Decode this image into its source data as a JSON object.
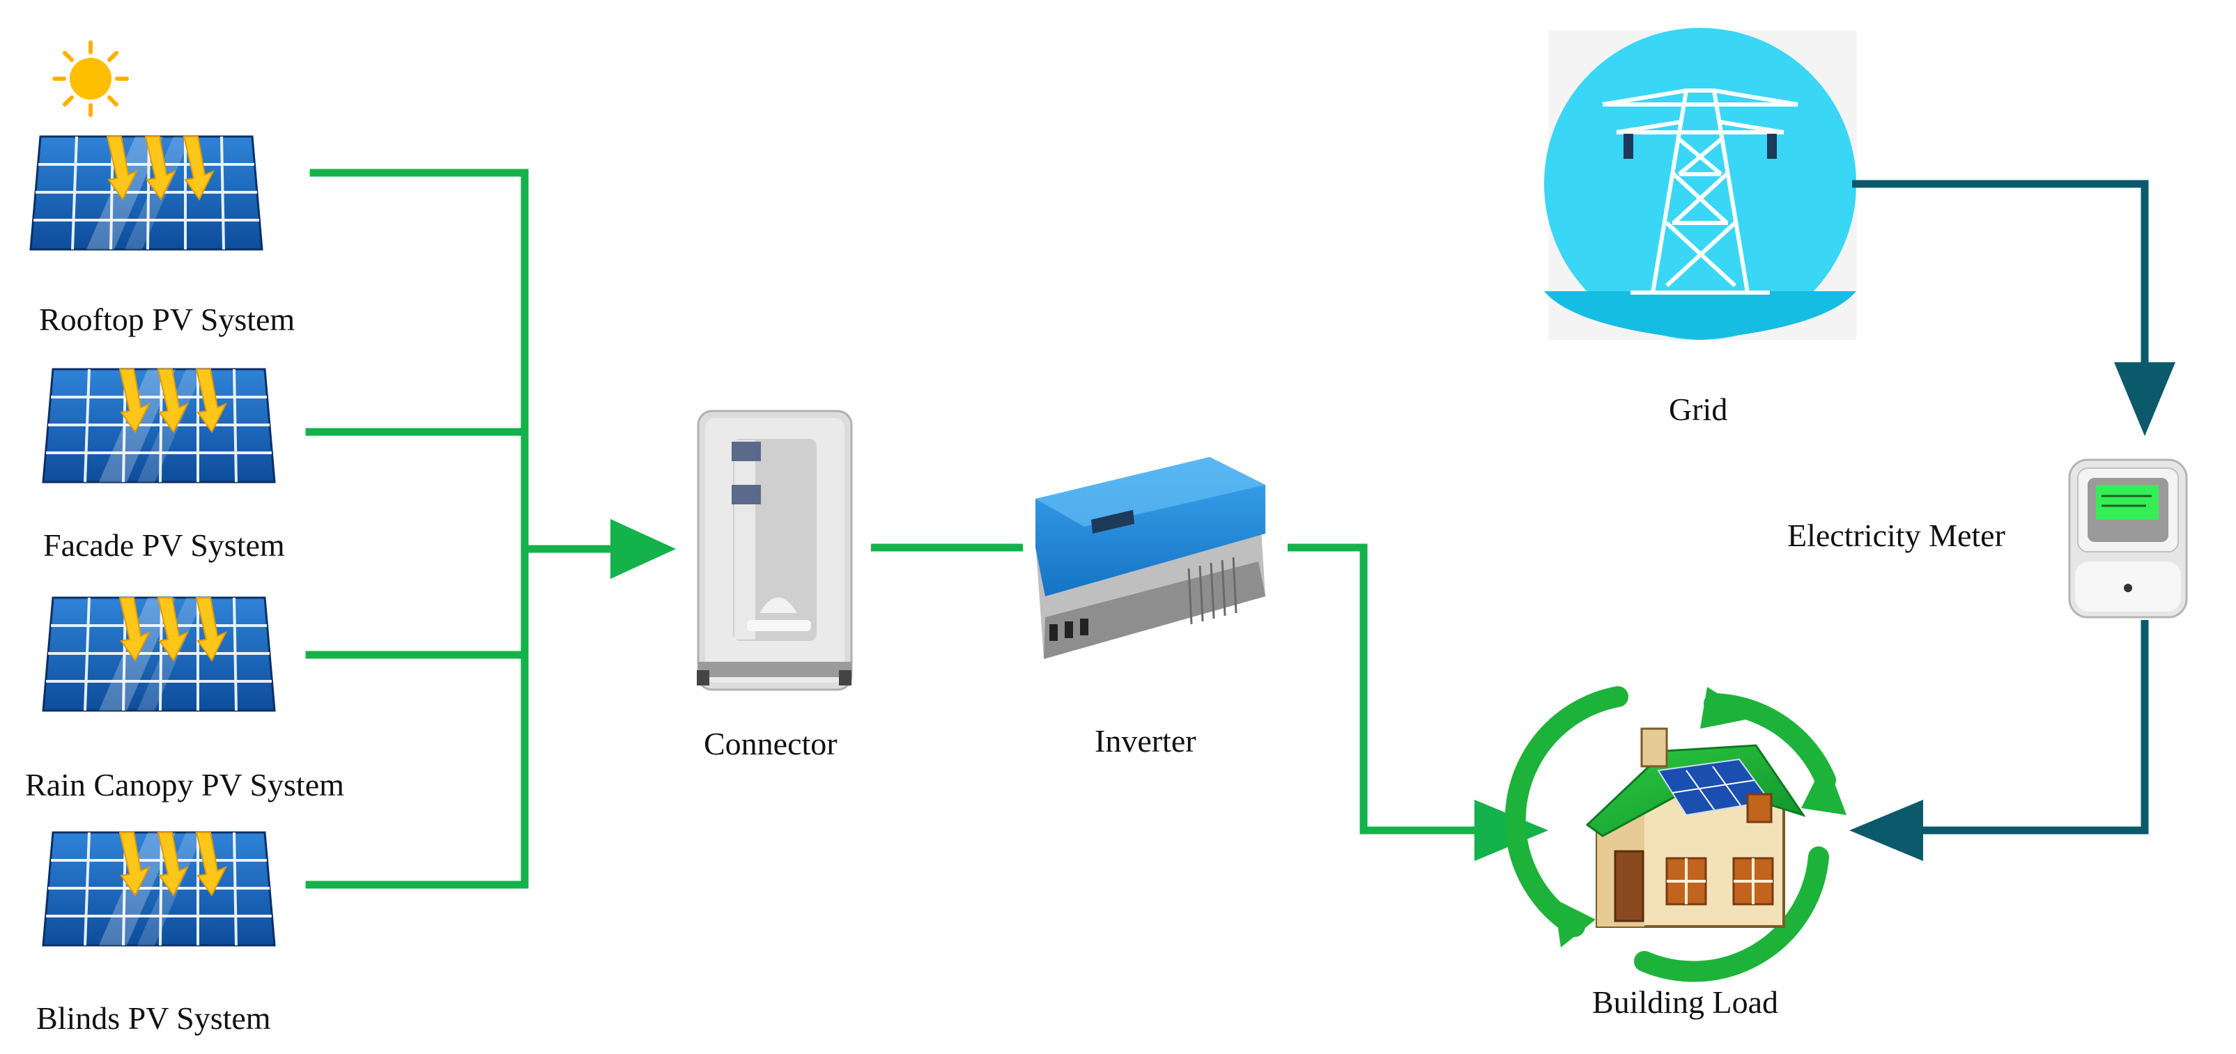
{
  "pv_systems": [
    {
      "label": "Rooftop PV System"
    },
    {
      "label": "Facade PV System"
    },
    {
      "label": "Rain Canopy PV System"
    },
    {
      "label": "Blinds PV System"
    }
  ],
  "components": {
    "connector": "Connector",
    "inverter": "Inverter",
    "grid": "Grid",
    "meter": "Electricity Meter",
    "building": "Building Load"
  },
  "colors": {
    "pv_flow": "#13b24a",
    "grid_flow": "#0b5a6b",
    "panel": "#1560b4",
    "grid_circle": "#3ad6f6"
  },
  "icons": [
    "sun-icon",
    "solar-panel-icon",
    "connector-icon",
    "inverter-icon",
    "transmission-tower-icon",
    "electricity-meter-icon",
    "house-icon"
  ]
}
